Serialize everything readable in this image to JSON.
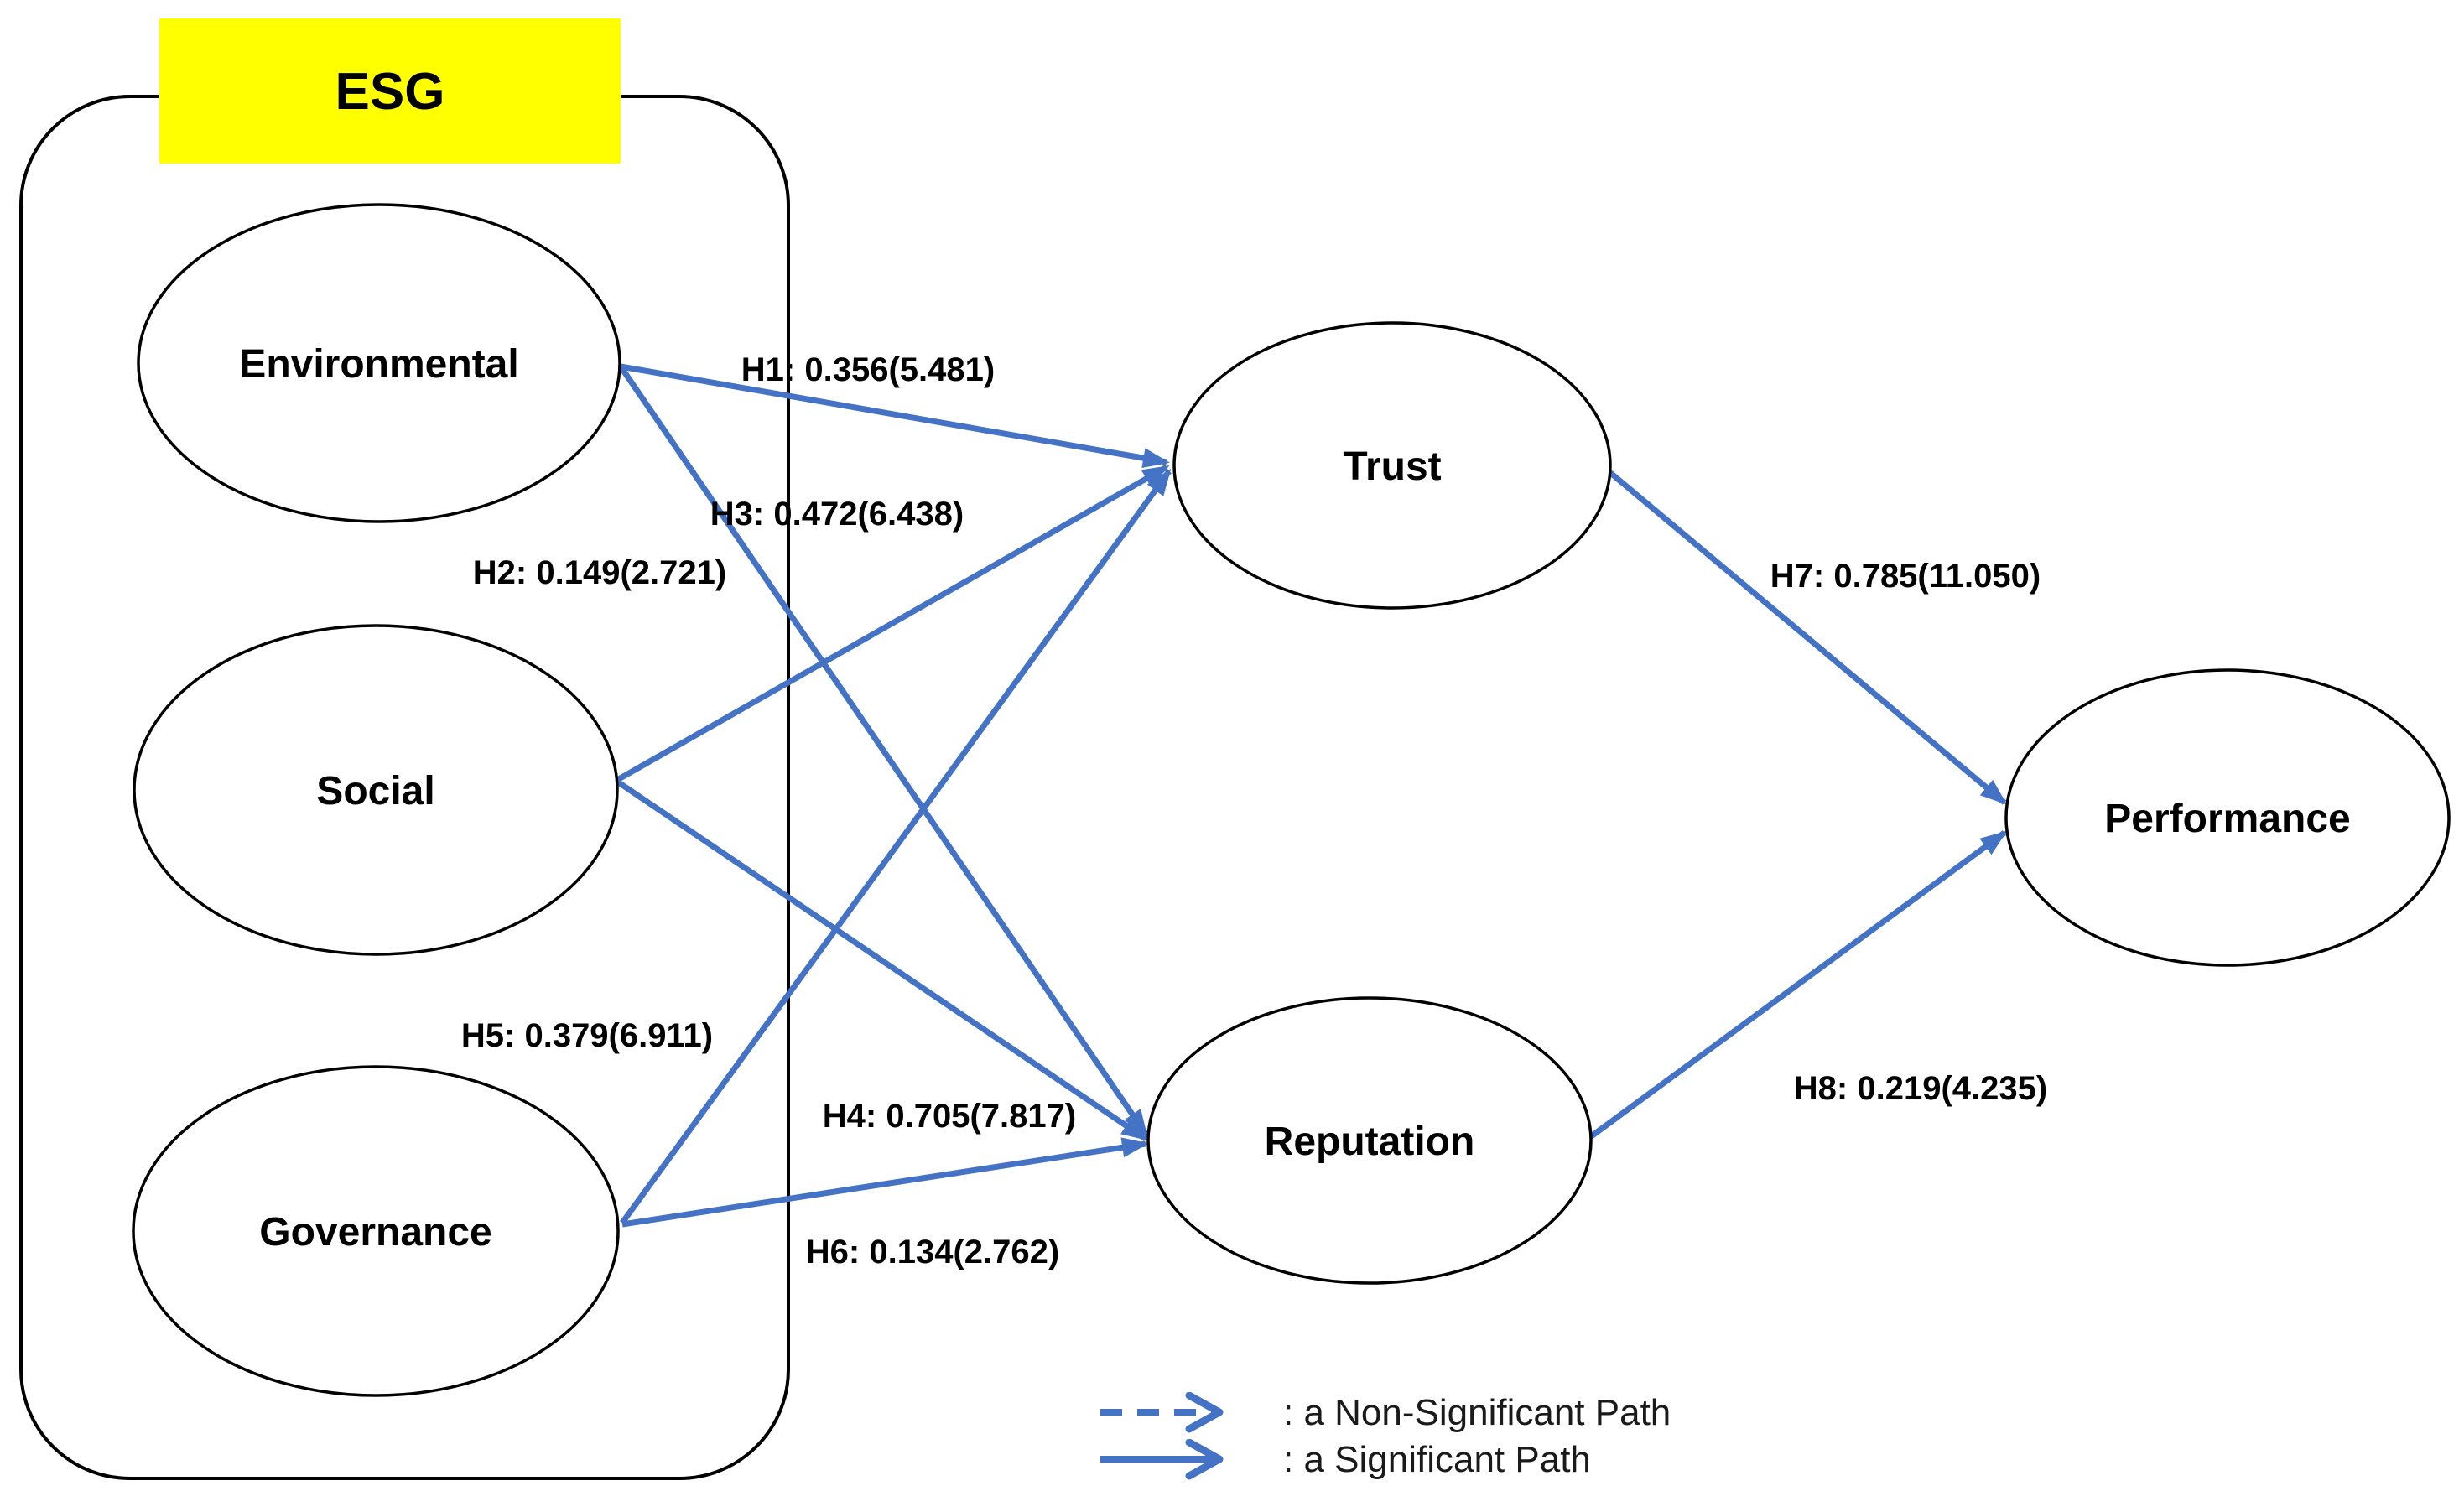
{
  "esg_box": {
    "label": "ESG",
    "background_color": "#FFFF00"
  },
  "colors": {
    "arrow_blue": "#4472C4",
    "node_outline": "#000000",
    "label_text": "#000000",
    "esg_highlight": "#FFFF00"
  },
  "nodes": {
    "environmental": {
      "label": "Environmental"
    },
    "social": {
      "label": "Social"
    },
    "governance": {
      "label": "Governance"
    },
    "trust": {
      "label": "Trust"
    },
    "reputation": {
      "label": "Reputation"
    },
    "performance": {
      "label": "Performance"
    }
  },
  "paths": {
    "h1": {
      "label": "H1: 0.356(5.481)",
      "from": "Environmental",
      "to": "Trust",
      "coefficient": 0.356,
      "t_value": 5.481,
      "significant": true
    },
    "h2": {
      "label": "H2: 0.149(2.721)",
      "from": "Environmental",
      "to": "Reputation",
      "coefficient": 0.149,
      "t_value": 2.721,
      "significant": true
    },
    "h3": {
      "label": "H3: 0.472(6.438)",
      "from": "Social",
      "to": "Trust",
      "coefficient": 0.472,
      "t_value": 6.438,
      "significant": true
    },
    "h4": {
      "label": "H4: 0.705(7.817)",
      "from": "Social",
      "to": "Reputation",
      "coefficient": 0.705,
      "t_value": 7.817,
      "significant": true
    },
    "h5": {
      "label": "H5: 0.379(6.911)",
      "from": "Governance",
      "to": "Trust",
      "coefficient": 0.379,
      "t_value": 6.911,
      "significant": true
    },
    "h6": {
      "label": "H6: 0.134(2.762)",
      "from": "Governance",
      "to": "Reputation",
      "coefficient": 0.134,
      "t_value": 2.762,
      "significant": true
    },
    "h7": {
      "label": "H7: 0.785(11.050)",
      "from": "Trust",
      "to": "Performance",
      "coefficient": 0.785,
      "t_value": 11.05,
      "significant": true
    },
    "h8": {
      "label": "H8: 0.219(4.235)",
      "from": "Reputation",
      "to": "Performance",
      "coefficient": 0.219,
      "t_value": 4.235,
      "significant": true
    }
  },
  "legend": {
    "non_significant": {
      "label": ": a Non-Significant Path",
      "line_style": "dashed"
    },
    "significant": {
      "label": ": a Significant Path",
      "line_style": "solid"
    }
  }
}
